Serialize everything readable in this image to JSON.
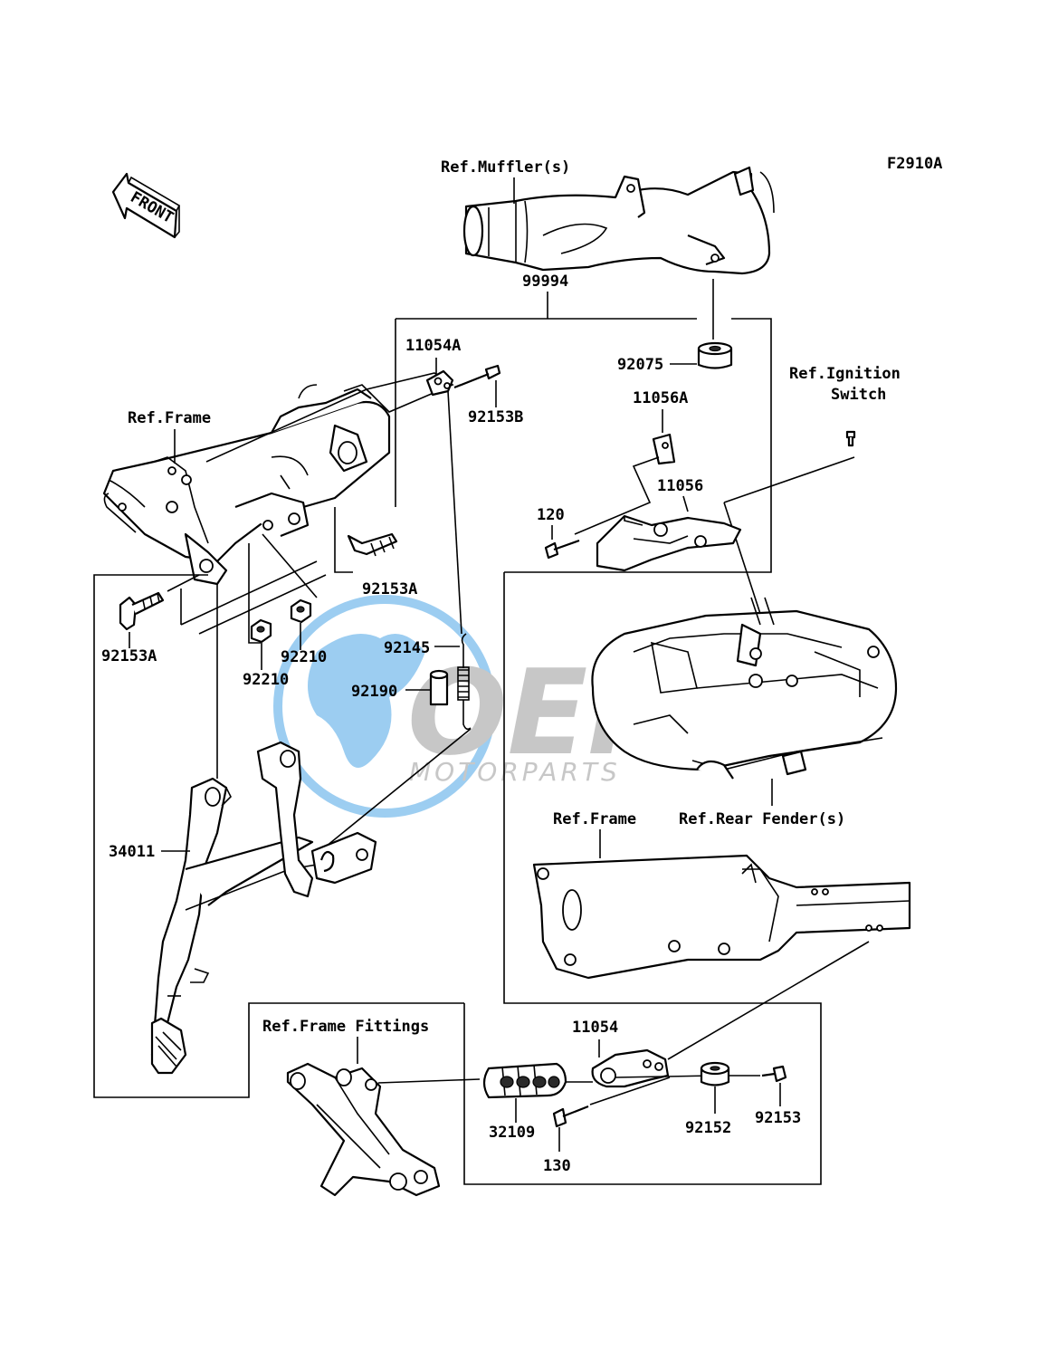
{
  "diagram": {
    "code": "F2910A",
    "front_label": "FRONT",
    "colors": {
      "line": "#000000",
      "watermark": "#4da6e6",
      "watermark_gray": "#9a9a9a"
    },
    "watermark": {
      "brand": "OEM",
      "tagline": "MOTORPARTS"
    },
    "labels": {
      "ref_muffler": "Ref.Muffler(s)",
      "p99994": "99994",
      "p11054A": "11054A",
      "p92153B": "92153B",
      "p92075": "92075",
      "ref_ignition_1": "Ref.Ignition",
      "ref_ignition_2": "Switch",
      "ref_frame_top": "Ref.Frame",
      "p11056A": "11056A",
      "p11056": "11056",
      "p120": "120",
      "p92153A_center": "92153A",
      "p92153A_left": "92153A",
      "p92210_a": "92210",
      "p92210_b": "92210",
      "p92145": "92145",
      "p92190": "92190",
      "p34011": "34011",
      "ref_frame_right": "Ref.Frame",
      "ref_rear_fender": "Ref.Rear Fender(s)",
      "ref_frame_fittings": "Ref.Frame Fittings",
      "p11054": "11054",
      "p32109": "32109",
      "p130": "130",
      "p92152": "92152",
      "p92153": "92153"
    }
  }
}
